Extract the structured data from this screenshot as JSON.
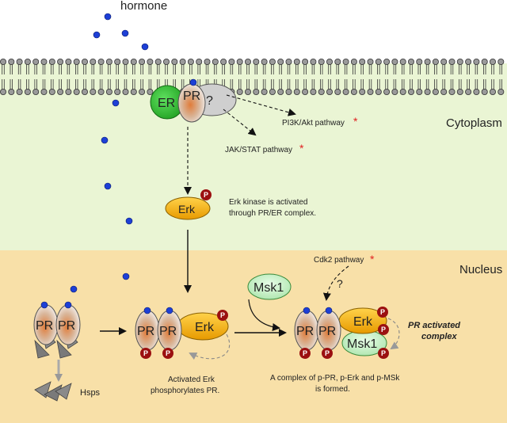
{
  "labels": {
    "hormone": "hormone",
    "cytoplasm": "Cytoplasm",
    "nucleus": "Nucleus",
    "pi3k": "PI3K/Akt pathway",
    "jakstat": "JAK/STAT pathway",
    "cdk2": "Cdk2 pathway",
    "star": "*",
    "question": "?",
    "erk_note_1": "Erk kinase is activated",
    "erk_note_2": "through PR/ER complex.",
    "act_note_1": "Activated Erk",
    "act_note_2": "phosphorylates PR.",
    "complex_note_1": "A complex of p-PR, p-Erk and p-MSk",
    "complex_note_2": "is formed.",
    "pr_activated_1": "PR activated",
    "pr_activated_2": "complex",
    "hsps": "Hsps"
  },
  "molecules": {
    "er": "ER",
    "pr": "PR",
    "unknown": "?",
    "erk": "Erk",
    "msk1": "Msk1",
    "phospho": "P"
  },
  "colors": {
    "cytoplasm_bg": "#eaf5d4",
    "nucleus_bg": "#f8e0a8",
    "er_green": "#2fc12f",
    "pr_tan": "#d9a27a",
    "erk_orange": "#f2b400",
    "msk_green": "#c5f0c5",
    "phospho_red": "#9b1010",
    "hormone_blue": "#1d3fd6",
    "star_red": "#e02020"
  }
}
